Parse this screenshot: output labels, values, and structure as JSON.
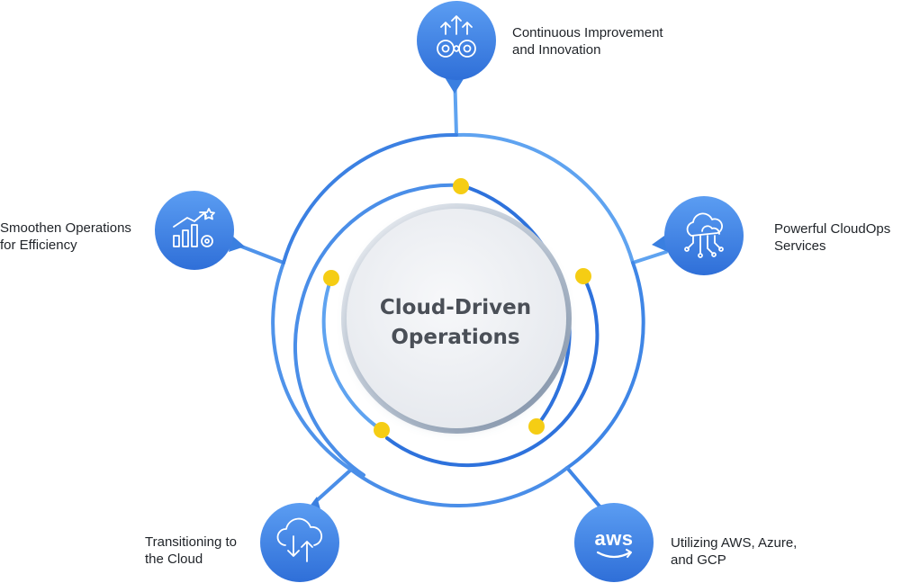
{
  "center": {
    "line1": "Cloud-Driven",
    "line2": "Operations"
  },
  "nodes": [
    {
      "id": "improvement",
      "icon": "innovation-gears-icon",
      "line1": "Continuous Improvement",
      "line2": "and Innovation"
    },
    {
      "id": "cloudops",
      "icon": "cloud-network-icon",
      "line1": "Powerful CloudOps",
      "line2": "Services"
    },
    {
      "id": "providers",
      "icon": "aws-logo-icon",
      "line1": "Utilizing AWS, Azure,",
      "line2": "and GCP",
      "logo_text": "aws"
    },
    {
      "id": "transition",
      "icon": "cloud-upload-download-icon",
      "line1": "Transitioning to",
      "line2": "the Cloud"
    },
    {
      "id": "efficiency",
      "icon": "growth-chart-icon",
      "line1": "Smoothen Operations",
      "line2": "for Efficiency"
    }
  ],
  "colors": {
    "node_fill_top": "#5b9df2",
    "node_fill_bottom": "#2f6fd8",
    "track_light": "#5fa3f0",
    "track_dark": "#2e72dc",
    "dot": "#f5cd14",
    "center_fill": "#eef0f4",
    "center_ring": "#8a99ad",
    "title_text": "#4a4f57"
  }
}
